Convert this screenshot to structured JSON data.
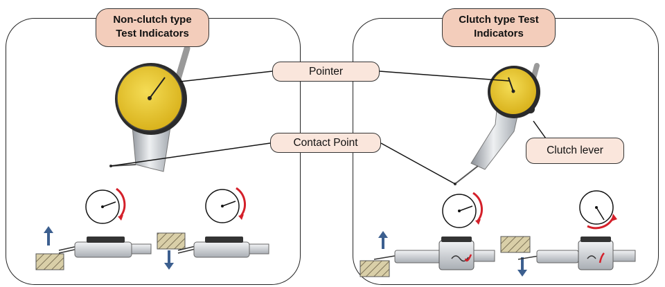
{
  "panels": [
    {
      "title_line1": "Non-clutch type",
      "title_line2": "Test Indicators"
    },
    {
      "title_line1": "Clutch type Test",
      "title_line2": "Indicators"
    }
  ],
  "callouts": {
    "pointer": "Pointer",
    "contact_point": "Contact Point",
    "clutch_lever": "Clutch lever"
  },
  "colors": {
    "title_fill": "#f3cdbb",
    "callout_fill": "#fae6dc",
    "dial_yellow": "#e9c832",
    "rotation_arrow": "#d4202a",
    "direction_arrow": "#3c5f8f"
  },
  "icons": [
    "rotation-arrow-icon",
    "up-arrow-icon",
    "down-arrow-icon",
    "dial-gauge-icon"
  ]
}
